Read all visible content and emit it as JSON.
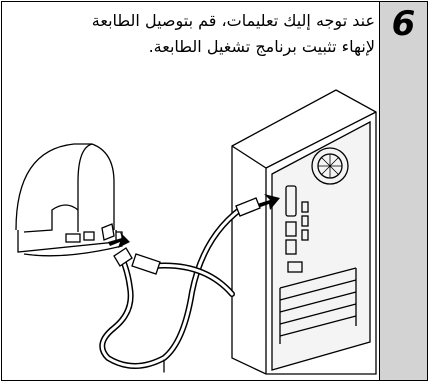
{
  "step": {
    "number": "6"
  },
  "instruction": {
    "lines": [
      "عند توجه إليك تعليمات، قم بتوصيل الطابعة",
      "لإنهاء تثبيت برنامج تشغيل الطابعة."
    ]
  },
  "colors": {
    "step_column": "#d3d3d3",
    "border": "#000000"
  }
}
